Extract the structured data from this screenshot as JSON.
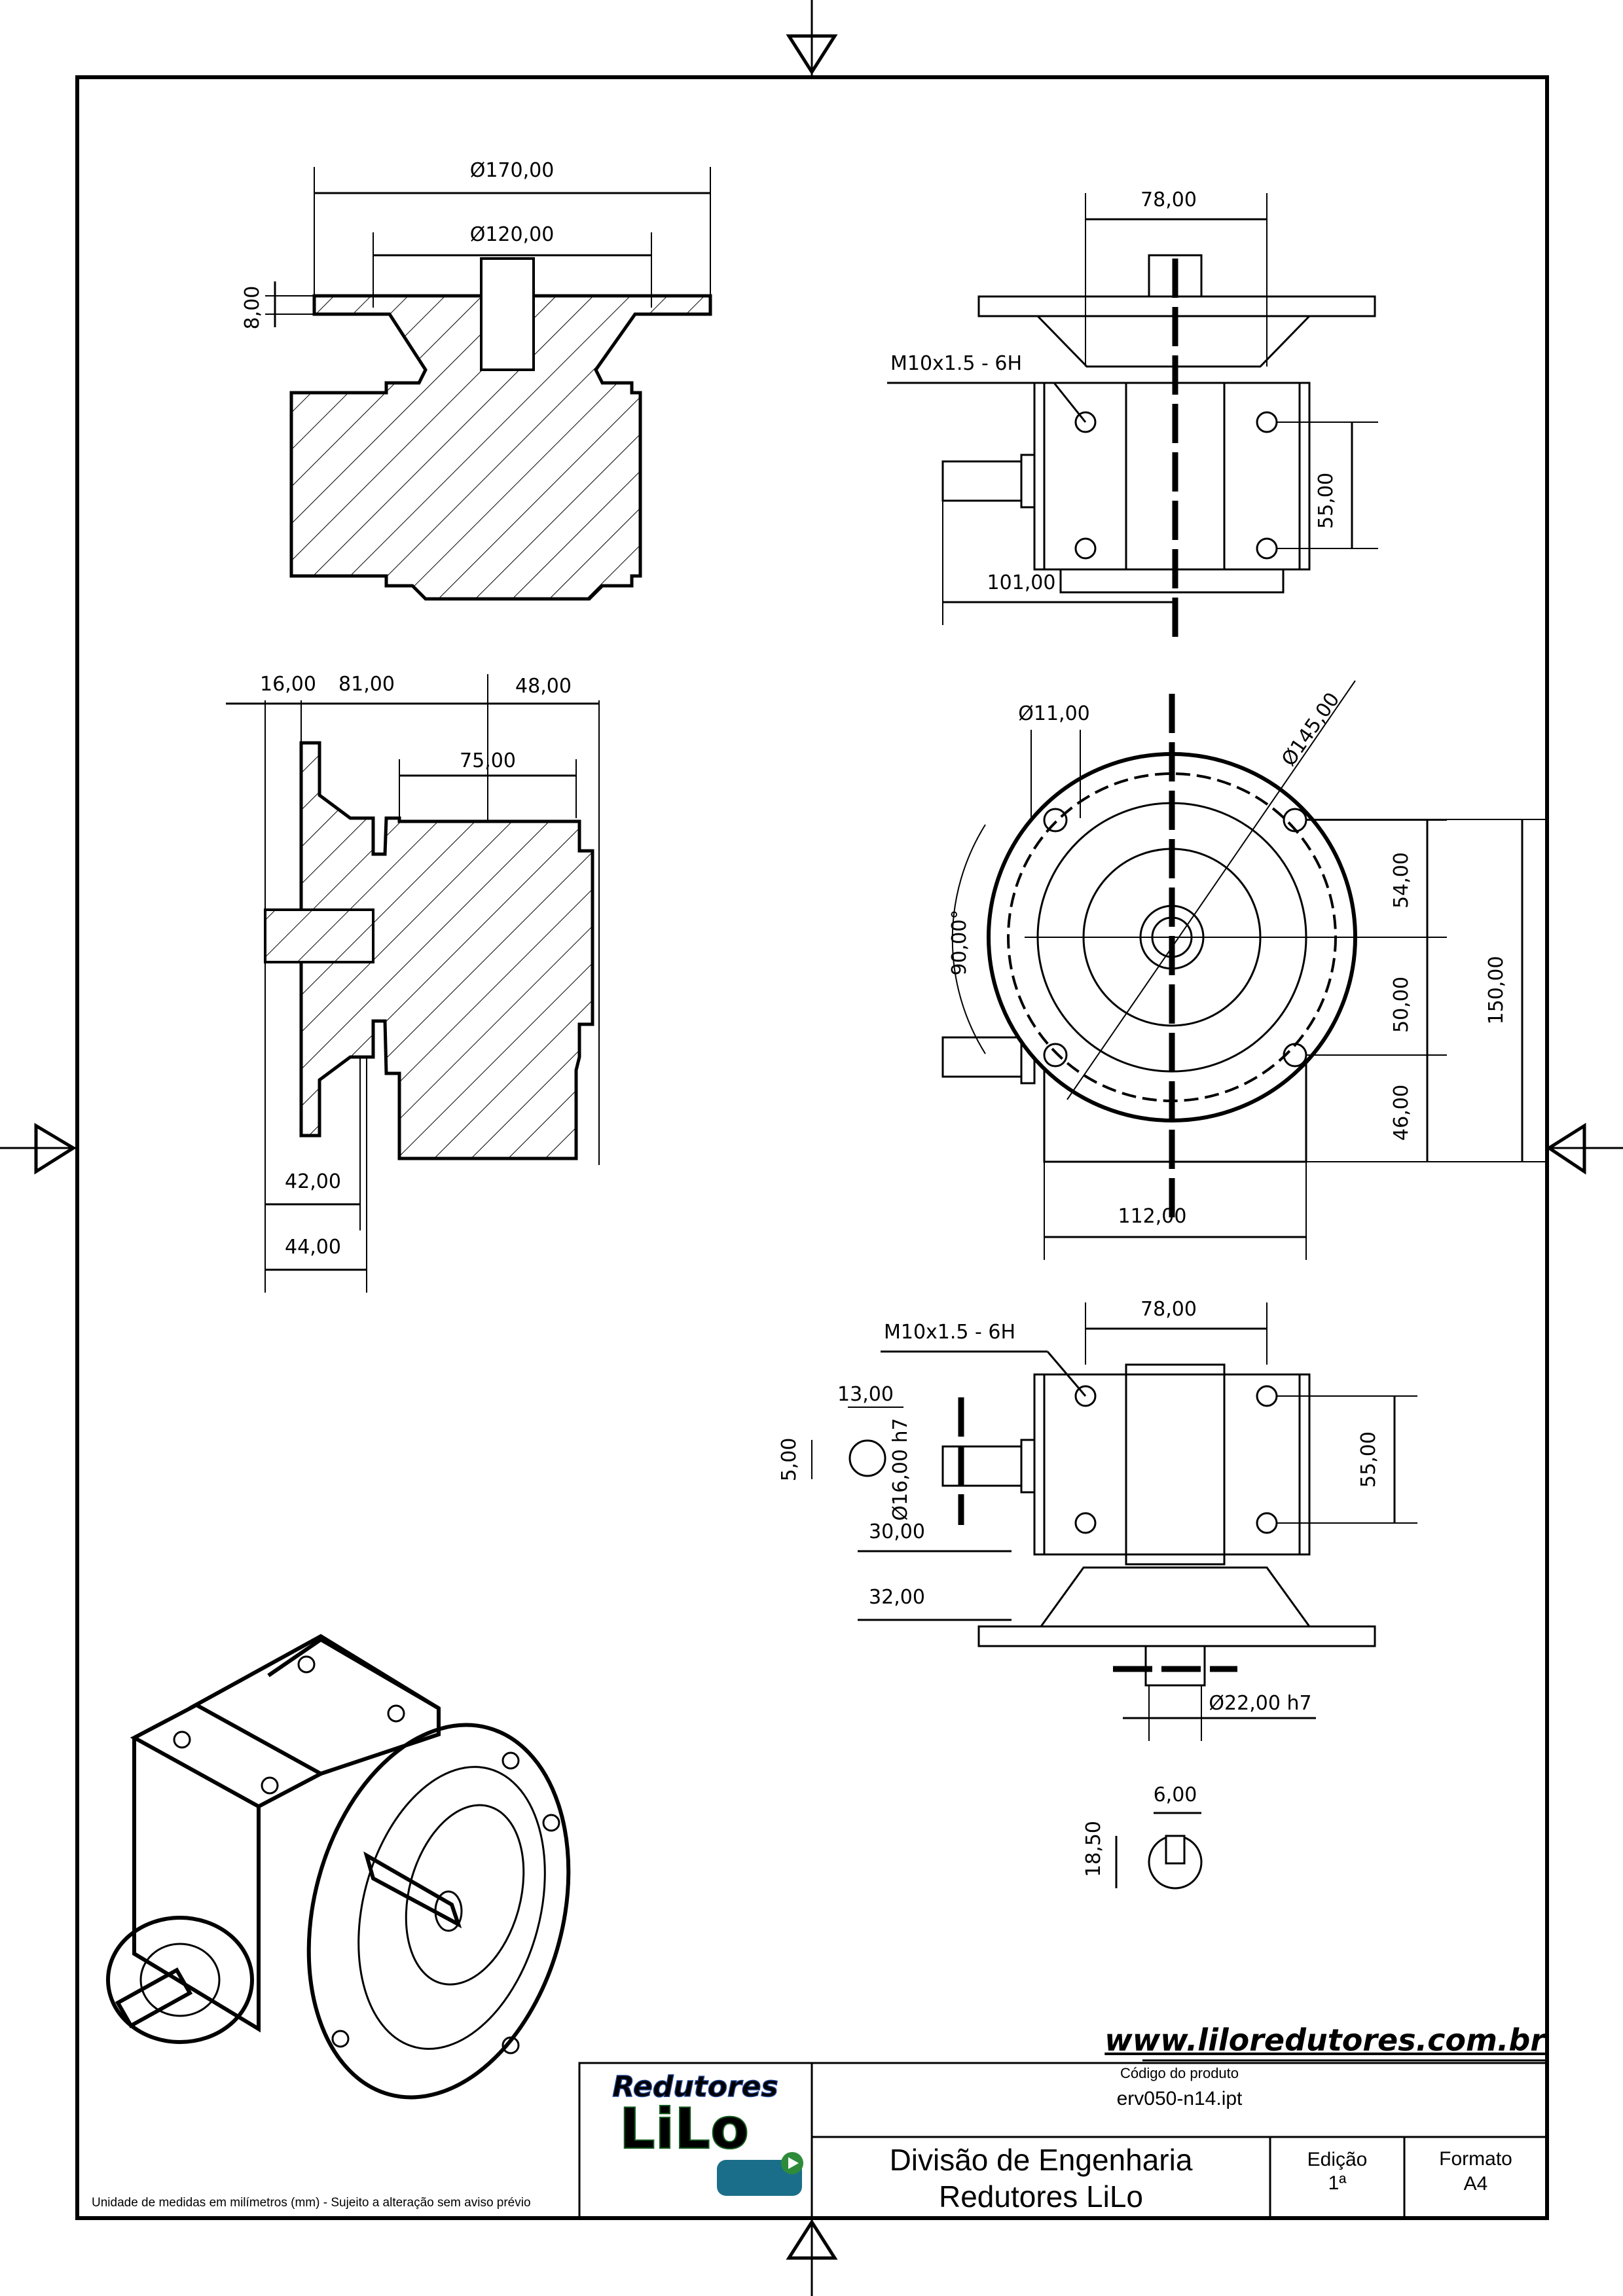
{
  "dimensions": {
    "top_left": {
      "outer_flange": "Ø170,00",
      "inner_pilot": "Ø120,00",
      "flange_thickness": "8,00"
    },
    "top_right": {
      "width": "78,00",
      "thread": "M10x1.5 - 6H",
      "hole_spacing": "55,00",
      "shaft_offset": "101,00"
    },
    "middle_left": {
      "a": "16,00",
      "b": "81,00",
      "c": "48,00",
      "d": "75,00",
      "e": "42,00",
      "f": "44,00"
    },
    "middle_right": {
      "hole": "Ø11,00",
      "bolt_circle": "Ø145,00",
      "angle": "90,00°",
      "h1": "54,00",
      "h2": "50,00",
      "h3": "46,00",
      "total_height": "150,00",
      "width": "112,00"
    },
    "bottom_right": {
      "width": "78,00",
      "thread": "M10x1.5 - 6H",
      "key_width": "13,00",
      "key_height": "5,00",
      "shaft_dia": "Ø16,00 h7",
      "len1": "30,00",
      "len2": "32,00",
      "hole_spacing": "55,00",
      "out_shaft": "Ø22,00 h7"
    },
    "key_detail": {
      "width": "6,00",
      "height": "18,50"
    }
  },
  "footer": {
    "note": "Unidade de medidas em milímetros (mm) - Sujeito a alteração sem aviso prévio",
    "website": "www.liloredutores.com.br",
    "logo_line1": "Redutores",
    "logo_line2": "LiLo",
    "product_code_label": "Código do produto",
    "product_code": "erv050-n14.ipt",
    "division_line1": "Divisão de Engenharia",
    "division_line2": "Redutores LiLo",
    "edition_label": "Edição",
    "edition_value": "1ª",
    "format_label": "Formato",
    "format_value": "A4"
  },
  "colors": {
    "line": "#000000",
    "logo_blue": "#3a6fd0",
    "logo_green": "#2e8b3a",
    "motor_teal": "#1b6e8a"
  }
}
